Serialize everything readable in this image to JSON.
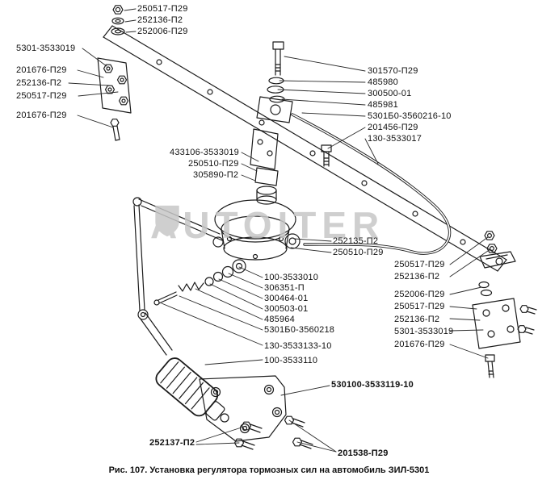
{
  "watermark": {
    "left": "AUTO",
    "right": "ITER"
  },
  "caption": "Рис. 107. Установка регулятора тормозных сил на автомобиль ЗИЛ-5301",
  "labels": [
    "250517-П29",
    "252136-П2",
    "252006-П29",
    "5301-3533019",
    "201676-П29",
    "252136-П2",
    "250517-П29",
    "201676-П29",
    "301570-П29",
    "485980",
    "300500-01",
    "485981",
    "5301Б0-3560216-10",
    "201456-П29",
    "130-3533017",
    "433106-3533019",
    "250510-П29",
    "305890-П2",
    "252135-П2",
    "250510-П29",
    "100-3533010",
    "306351-П",
    "300464-01",
    "300503-01",
    "485964",
    "5301Б0-3560218",
    "130-3533133-10",
    "100-3533110",
    "250517-П29",
    "252136-П2",
    "252006-П29",
    "250517-П29",
    "252136-П2",
    "5301-3533019",
    "201676-П29",
    "530100-3533119-10",
    "252137-П2",
    "201538-П29"
  ]
}
